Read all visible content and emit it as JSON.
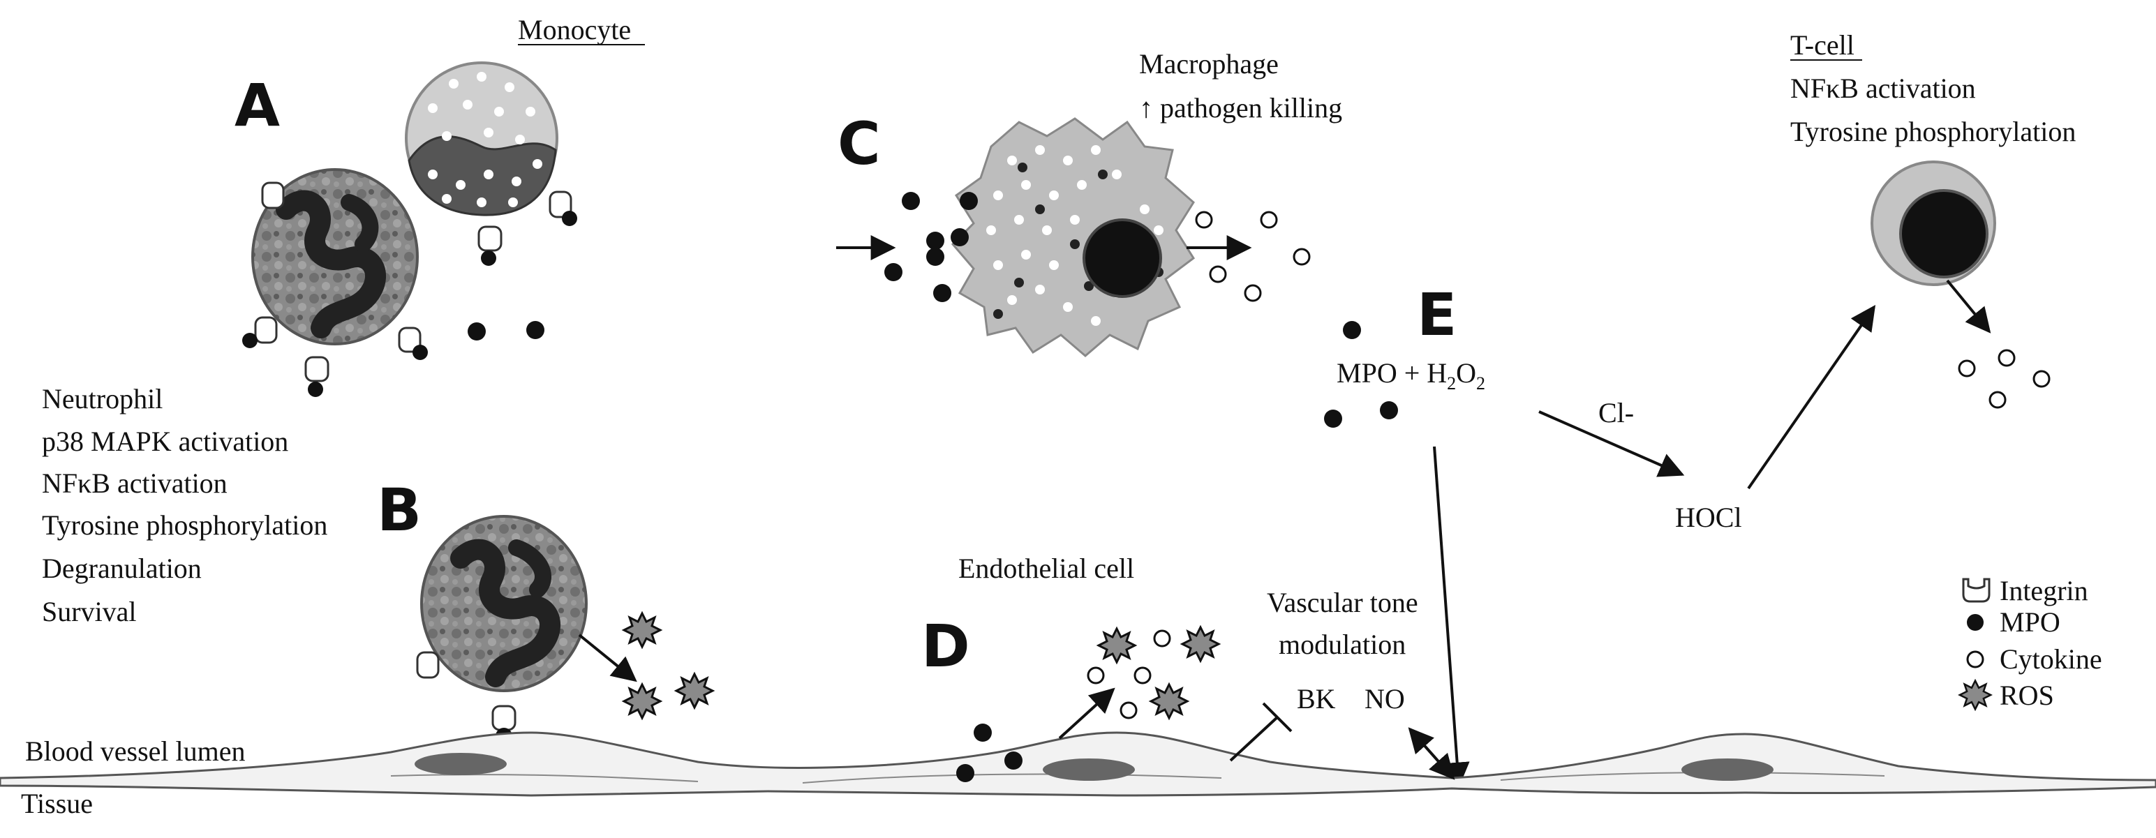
{
  "panels": {
    "a": "A",
    "b": "B",
    "c": "C",
    "d": "D",
    "e": "E"
  },
  "monocyte": {
    "label": "Monocyte"
  },
  "neutrophil": {
    "label": "Neutrophil",
    "effects": [
      "p38 MAPK activation",
      "NFκB activation",
      "Tyrosine phosphorylation",
      "Degranulation",
      "Survival"
    ]
  },
  "macrophage": {
    "label": "Macrophage",
    "effect": "↑ pathogen killing"
  },
  "tcell": {
    "label": "T-cell",
    "effects": [
      "NFκB activation",
      "Tyrosine phosphorylation"
    ]
  },
  "reaction": {
    "mpo": "MPO + H",
    "h2": "2",
    "o": "O",
    "o2": "2",
    "cl": "Cl-",
    "hocl": "HOCl"
  },
  "endothelial": {
    "label": "Endothelial cell"
  },
  "vascular": {
    "line1": "Vascular tone",
    "line2": "modulation",
    "bk": "BK",
    "no": "NO"
  },
  "compartments": {
    "lumen": "Blood vessel lumen",
    "tissue": "Tissue"
  },
  "legend": [
    {
      "symbol": "integrin",
      "label": "Integrin"
    },
    {
      "symbol": "mpo",
      "label": "MPO"
    },
    {
      "symbol": "cytokine",
      "label": "Cytokine"
    },
    {
      "symbol": "ros",
      "label": "ROS"
    }
  ]
}
